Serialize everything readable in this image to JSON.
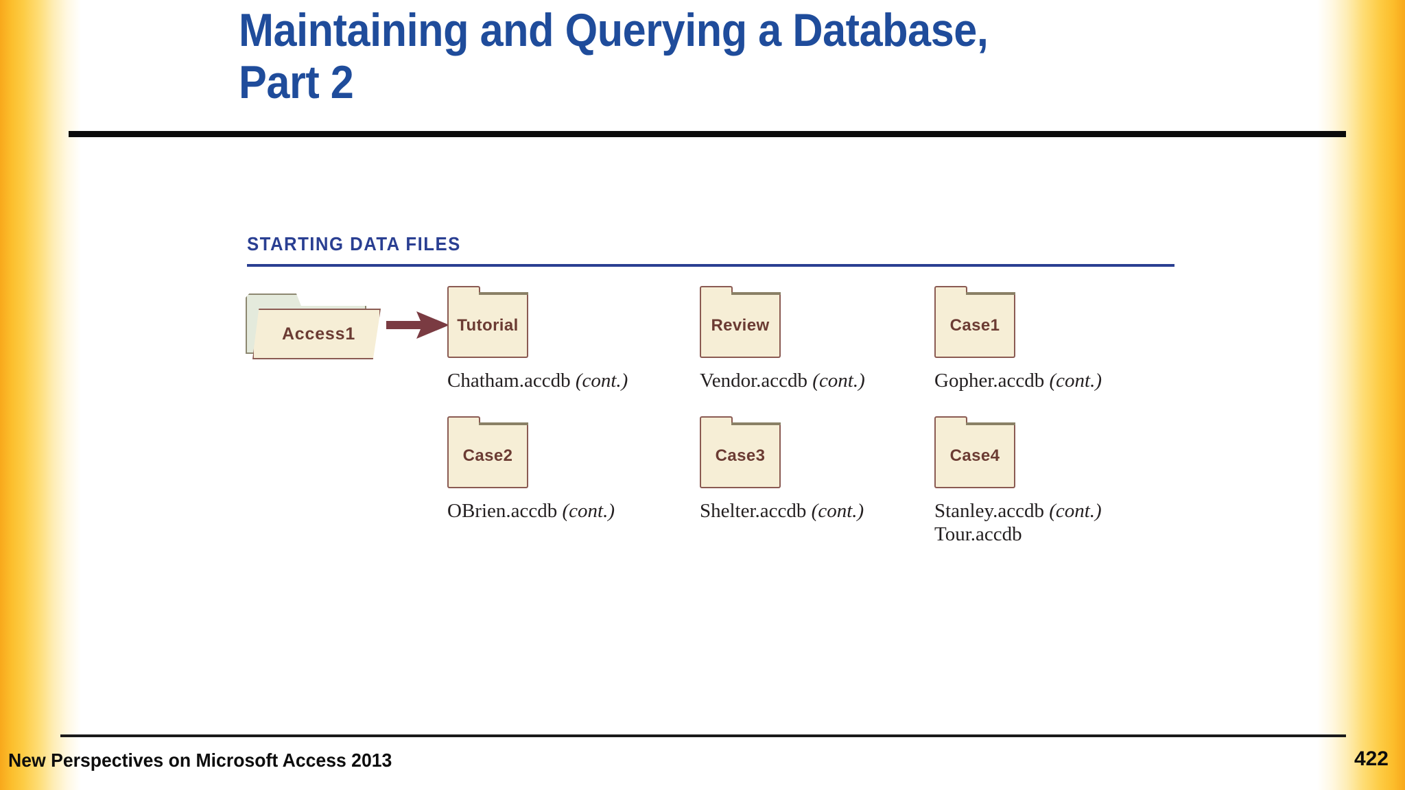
{
  "slide": {
    "title": "Maintaining and Querying a Database,\nPart 2",
    "title_color": "#1F4C9B",
    "background_color": "#FFFFFF",
    "accent_gradient_color": "#F8A81B"
  },
  "section": {
    "heading": "STARTING DATA FILES",
    "heading_color": "#2A3F92"
  },
  "source": {
    "folder_label": "Access1",
    "arrow_color": "#7A3B42",
    "arrow_icon": "right-arrow-icon"
  },
  "folders": [
    {
      "name": "Tutorial",
      "caption_file": "Chatham.accdb",
      "caption_note": "(cont.)",
      "caption_extra": ""
    },
    {
      "name": "Review",
      "caption_file": "Vendor.accdb",
      "caption_note": "(cont.)",
      "caption_extra": ""
    },
    {
      "name": "Case1",
      "caption_file": "Gopher.accdb",
      "caption_note": "(cont.)",
      "caption_extra": ""
    },
    {
      "name": "Case2",
      "caption_file": "OBrien.accdb",
      "caption_note": "(cont.)",
      "caption_extra": ""
    },
    {
      "name": "Case3",
      "caption_file": "Shelter.accdb",
      "caption_note": "(cont.)",
      "caption_extra": ""
    },
    {
      "name": "Case4",
      "caption_file": "Stanley.accdb",
      "caption_note": "(cont.)",
      "caption_extra": "Tour.accdb"
    }
  ],
  "folder_style": {
    "fill_color": "#F6EED6",
    "border_color": "#8A5A52",
    "label_color": "#6B3B33",
    "back_panel_color": "#E4EADC"
  },
  "footer": {
    "text": "New Perspectives on Microsoft Access 2013",
    "page_number": "422"
  }
}
